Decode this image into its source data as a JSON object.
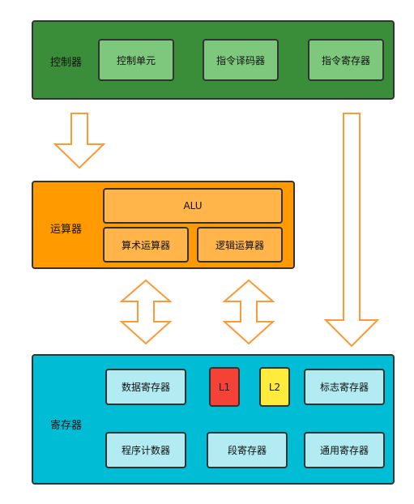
{
  "controller": {
    "label": "控制器",
    "units": [
      "控制单元",
      "指令译码器",
      "指令寄存器"
    ],
    "color": "#3a8e3a",
    "unit_color": "#7ec87e"
  },
  "alu_block": {
    "label": "运算器",
    "alu": "ALU",
    "units": [
      "算术运算器",
      "逻辑运算器"
    ],
    "color": "#ff9b00",
    "unit_color": "#ffb54a"
  },
  "registers": {
    "label": "寄存器",
    "row1": [
      "数据寄存器",
      "L1",
      "L2",
      "标志寄存器"
    ],
    "row2": [
      "程序计数器",
      "段寄存器",
      "通用寄存器"
    ],
    "color": "#00bcd4",
    "unit_color": "#b2ebf2",
    "l1_color": "#f44336",
    "l2_color": "#ffeb3b"
  },
  "arrow_color": "#ff9933"
}
